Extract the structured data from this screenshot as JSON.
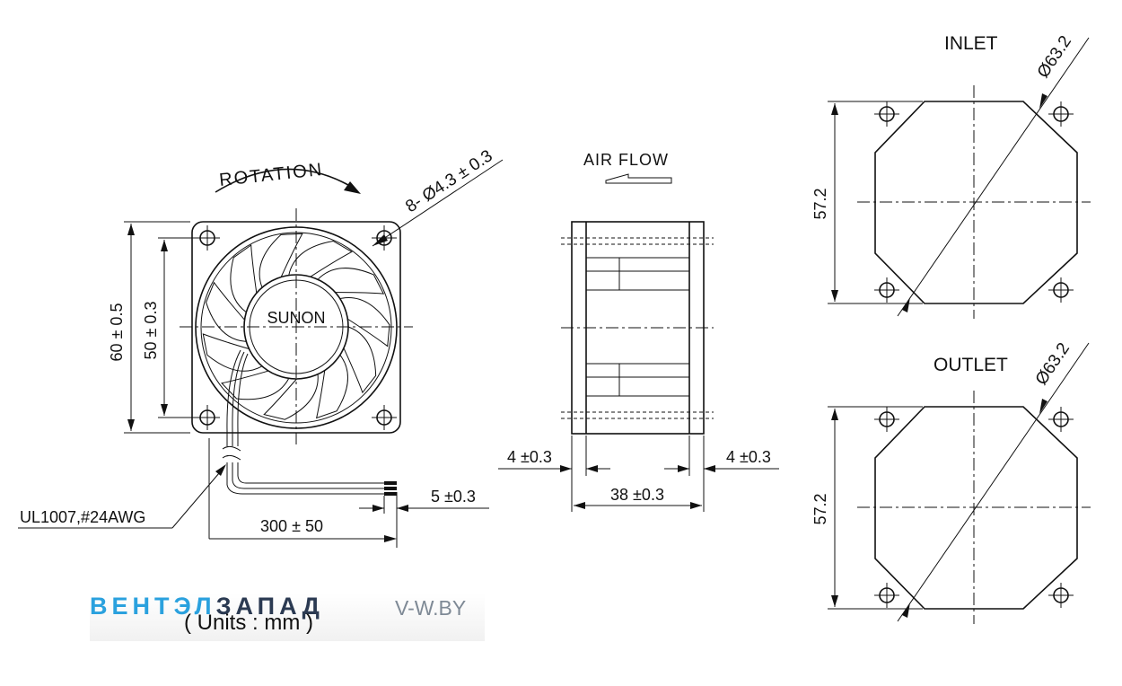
{
  "front_view": {
    "rotation_label": "ROTATION",
    "hole_callout": "8- Ø4.3 ± 0.3",
    "brand_label": "SUNON",
    "outer_size": "60 ± 0.5",
    "hole_pitch": "50 ± 0.3",
    "cable_spec": "UL1007,#24AWG",
    "cable_length": "300 ± 50",
    "strip_length": "5 ±0.3"
  },
  "side_view": {
    "airflow_label": "AIR FLOW",
    "left_flange": "4 ±0.3",
    "right_flange": "4 ±0.3",
    "depth": "38 ±0.3"
  },
  "inlet_view": {
    "title": "INLET",
    "diameter": "Ø63.2",
    "height": "57.2"
  },
  "outlet_view": {
    "title": "OUTLET",
    "diameter": "Ø63.2",
    "height": "57.2"
  },
  "footer": {
    "units": "( Units : mm )",
    "watermark_brand_a": "ВЕНТЭЛ",
    "watermark_brand_b": "ЗАПАД",
    "watermark_site": "V-W.BY"
  }
}
